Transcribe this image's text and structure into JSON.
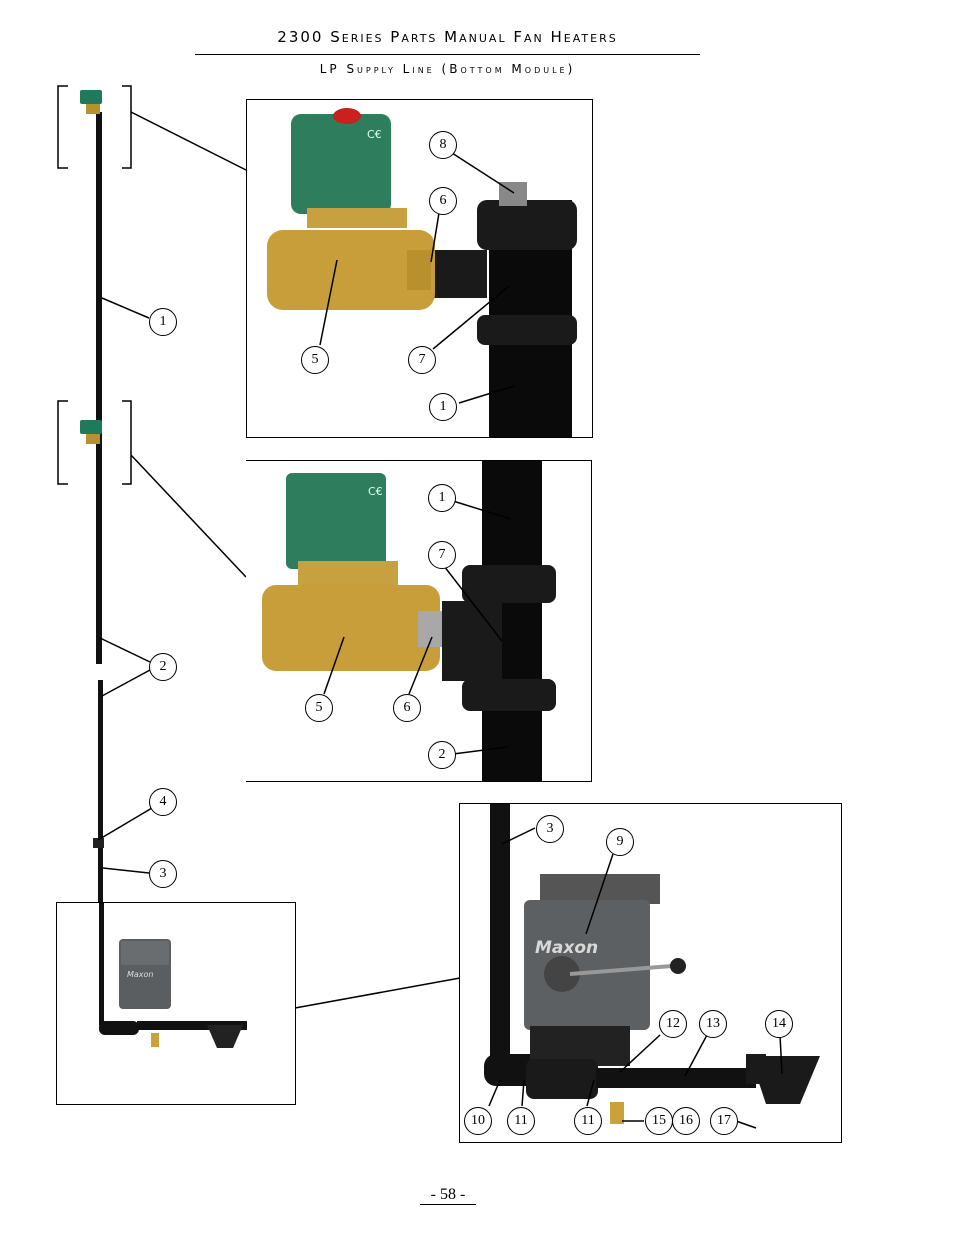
{
  "header": {
    "title": "2300 Series Parts Manual  Fan Heaters",
    "subtitle": "LP Supply Line (Bottom Module)"
  },
  "photos": {
    "top": {
      "label": "ce-icon",
      "callouts": [
        "8",
        "6",
        "5",
        "7",
        "1"
      ]
    },
    "middle": {
      "label": "ce-icon",
      "callouts": [
        "1",
        "7",
        "5",
        "6",
        "2"
      ]
    },
    "bottom": {
      "brand": "Maxon",
      "callouts": [
        "3",
        "9",
        "12",
        "13",
        "14",
        "10",
        "11",
        "11",
        "15",
        "16",
        "17"
      ]
    }
  },
  "overview": {
    "callouts": [
      "1",
      "2",
      "4",
      "3"
    ],
    "inset_brand": "Maxon"
  },
  "footer": {
    "page": "- 58 -"
  }
}
